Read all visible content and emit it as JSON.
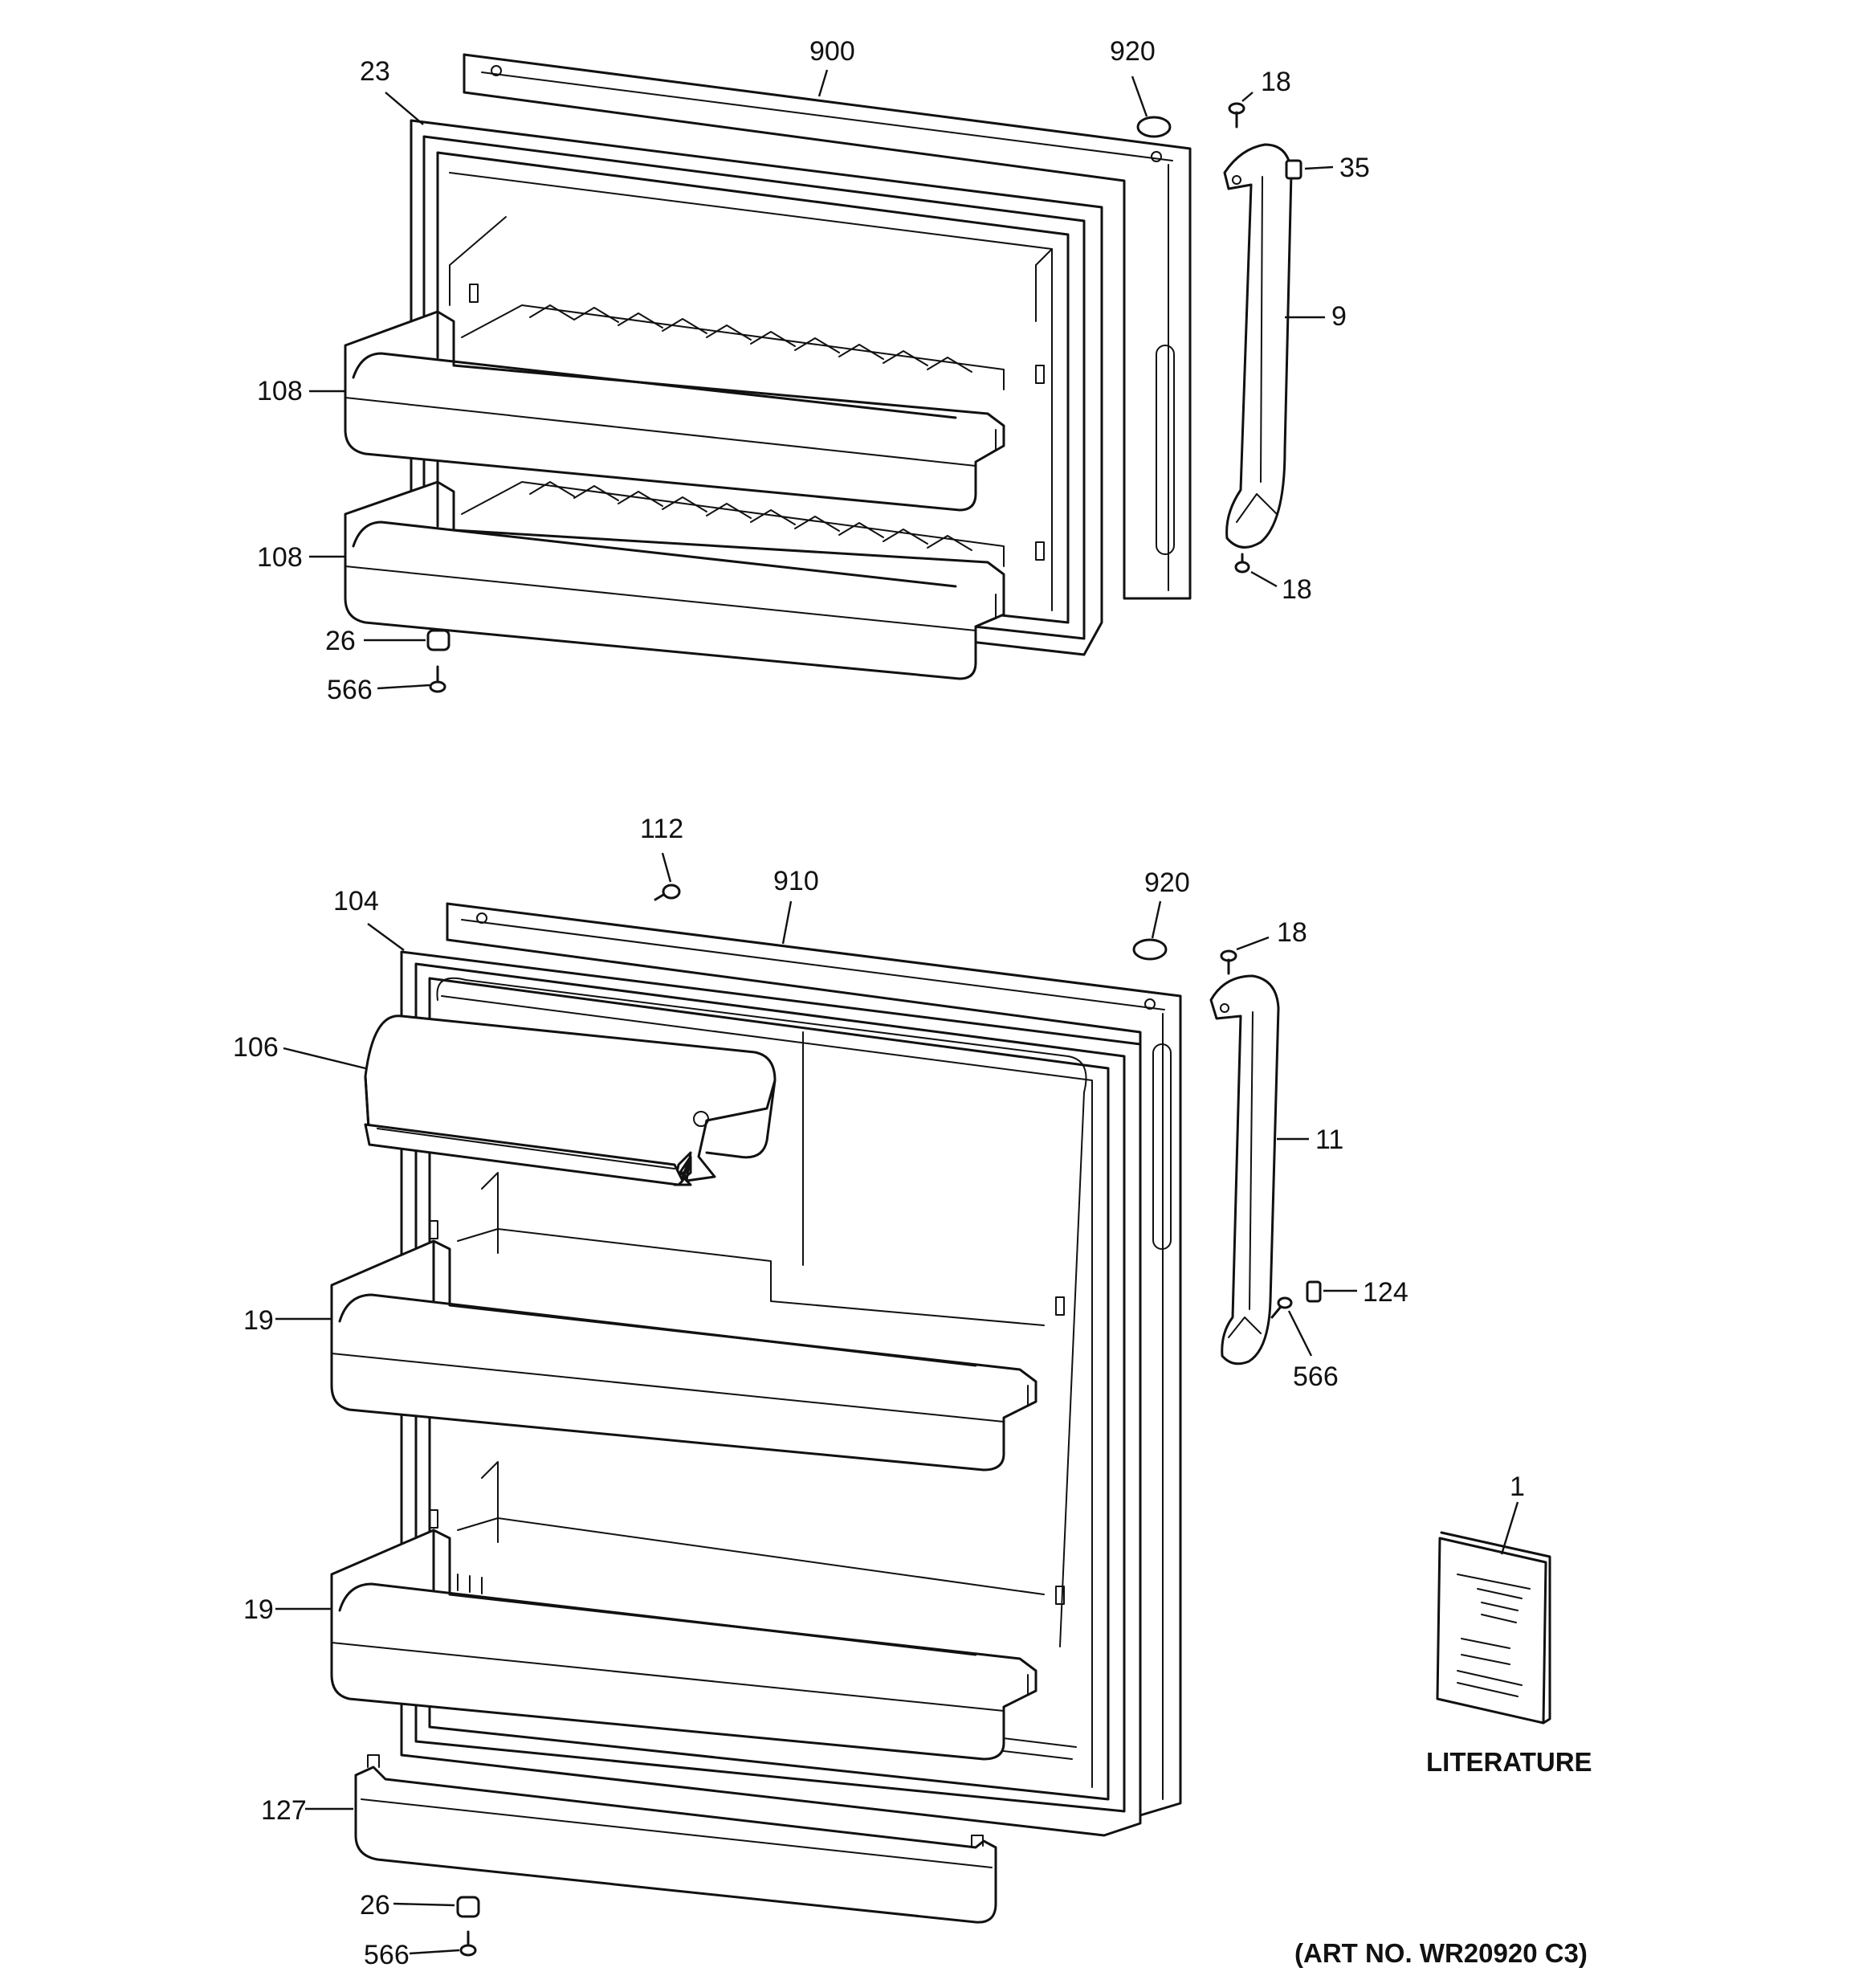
{
  "callouts": {
    "c23": "23",
    "c900": "900",
    "c920a": "920",
    "c18a": "18",
    "c35": "35",
    "c9": "9",
    "c108a": "108",
    "c108b": "108",
    "c18b": "18",
    "c26a": "26",
    "c566a": "566",
    "c112": "112",
    "c910": "910",
    "c104": "104",
    "c920b": "920",
    "c18c": "18",
    "c106": "106",
    "c11": "11",
    "c19a": "19",
    "c124": "124",
    "c566b": "566",
    "c19b": "19",
    "c1": "1",
    "c127": "127",
    "c26b": "26",
    "c566c": "566"
  },
  "literature_label": "LITERATURE",
  "art_number": "(ART NO. WR20920 C3)"
}
